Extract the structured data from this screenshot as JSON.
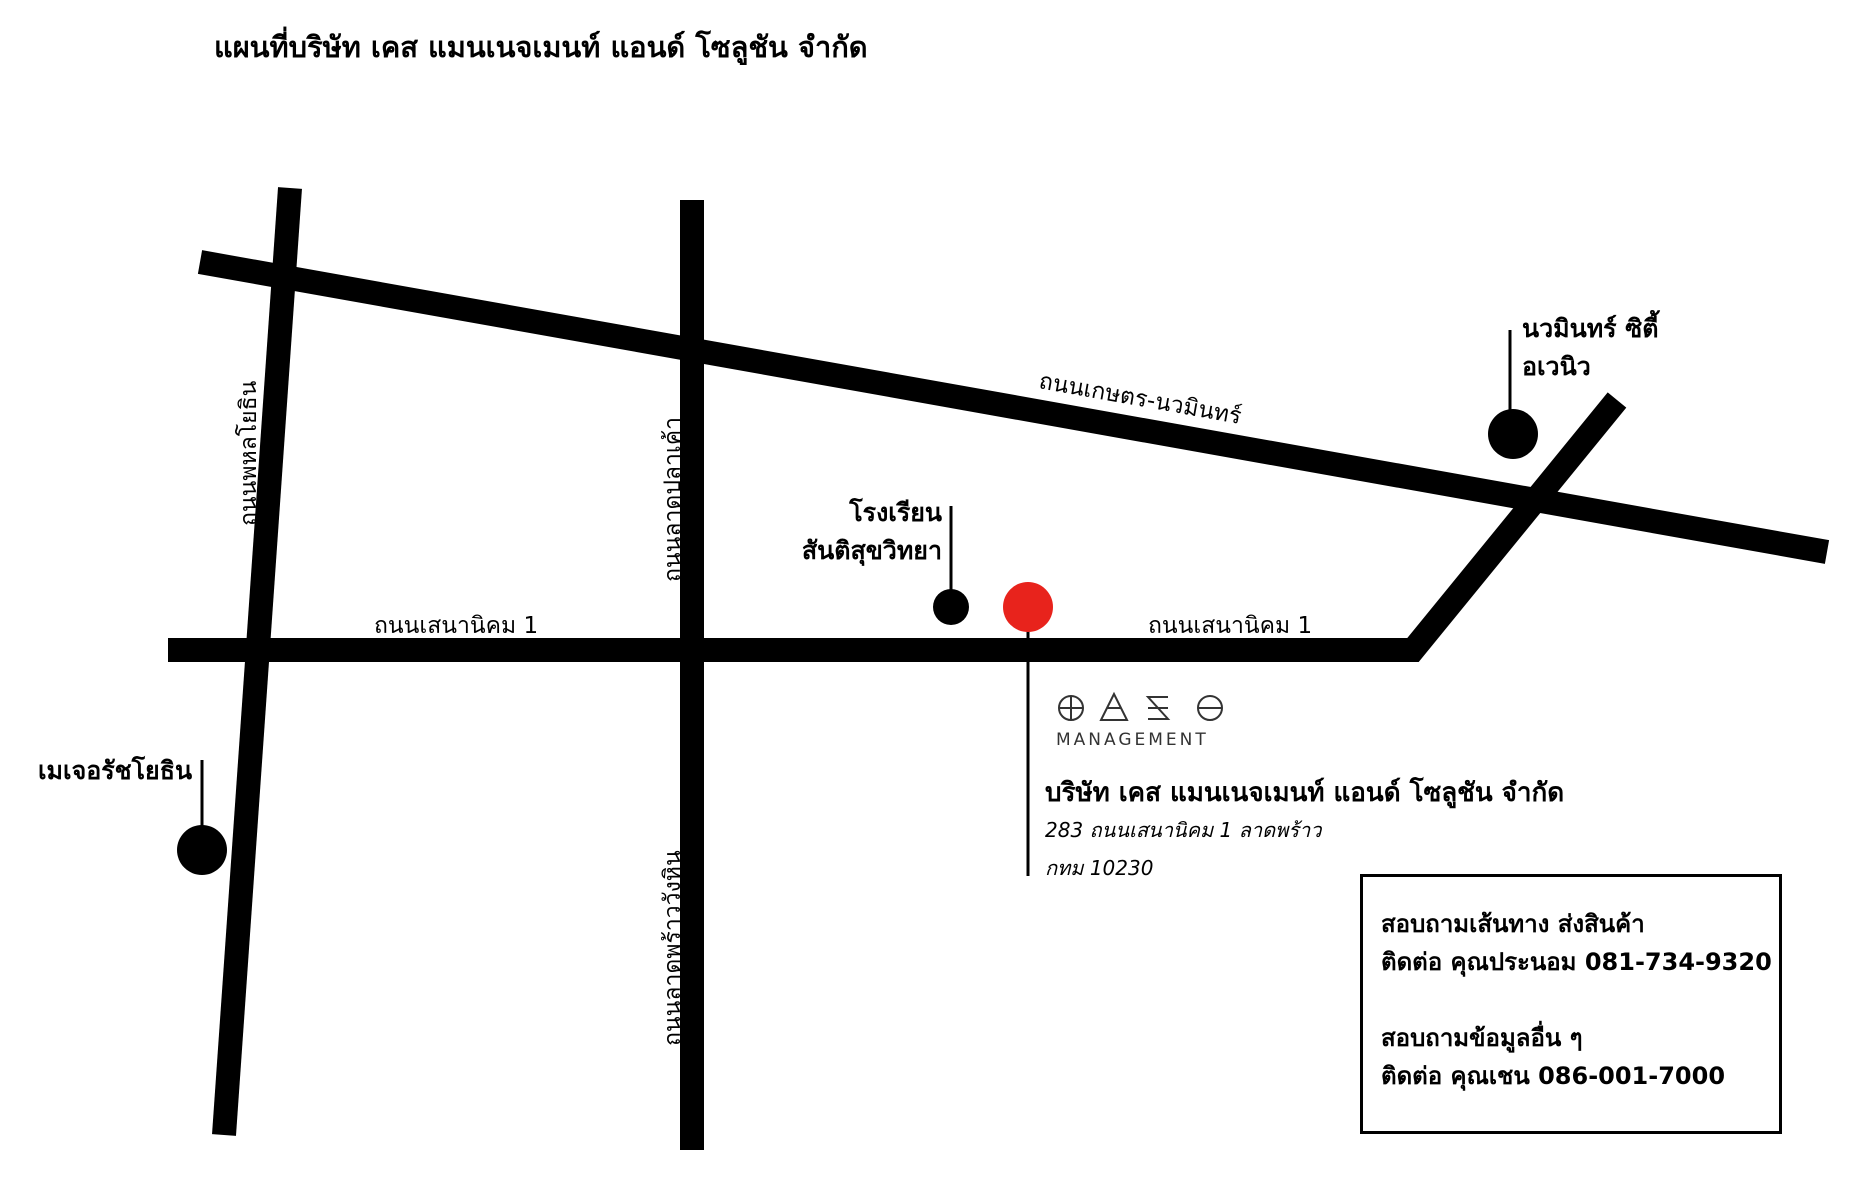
{
  "title": "แผนที่บริษัท เคส แมนเนจเมนท์ แอนด์ โซลูชัน จำกัด",
  "colors": {
    "road": "#000000",
    "destination": "#e8231c",
    "background": "#ffffff"
  },
  "roads": {
    "phahonyothin": "ถนนพหลโยธิน",
    "lat_pla_khao": "ถนนลาดปลาเค้า",
    "lat_phrao_wang_hin": "ถนนลาดพร้าววังหิน",
    "kaset_nawamin": "ถนนเกษตร-นวมินทร์",
    "sena_nikhom_1_left": "ถนนเสนานิคม 1",
    "sena_nikhom_1_right": "ถนนเสนานิคม 1"
  },
  "landmarks": {
    "nawamin_city_line1": "นวมินทร์ ซิตี้",
    "nawamin_city_line2": "อเวนิว",
    "school_line1": "โรงเรียน",
    "school_line2": "สันติสุขวิทยา",
    "major": "เมเจอรัชโยธิน"
  },
  "company": {
    "logo_text": "MANAGEMENT",
    "name": "บริษัท เคส แมนเนจเมนท์ แอนด์ โซลูชัน จำกัด",
    "address_line1": "283 ถนนเสนานิคม 1 ลาดพร้าว",
    "address_line2": "กทม 10230"
  },
  "contact": {
    "line1": "สอบถามเส้นทาง ส่งสินค้า",
    "line2": "ติดต่อ คุณประนอม 081-734-9320",
    "line3": "สอบถามข้อมูลอื่น ๆ",
    "line4": "ติดต่อ คุณเชน 086-001-7000"
  }
}
